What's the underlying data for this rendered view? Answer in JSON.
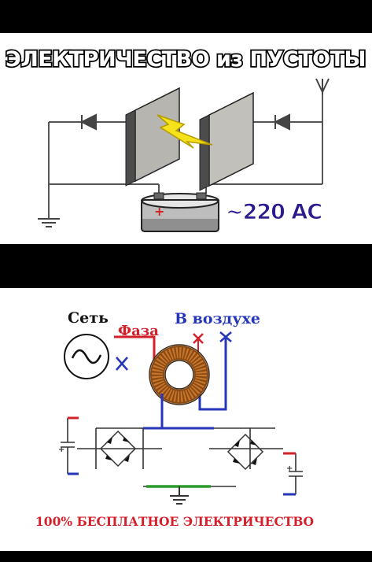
{
  "top": {
    "title": "ЭЛЕКТРИЧЕСТВО из ПУСТОТЫ",
    "battery_sign": "+",
    "voltage_label": "~220 AC",
    "colors": {
      "title_fill": "#ffffff",
      "title_stroke": "#000000",
      "voltage_fill": "#2b1d8f",
      "spark": "#f5e21a"
    },
    "icons": [
      "antenna-icon",
      "ground-icon",
      "diode-icon",
      "lightning-icon",
      "battery-icon"
    ]
  },
  "bottom": {
    "label_network": "Сеть",
    "label_phase": "Фаза",
    "label_air": "В воздухе",
    "footer": "100% БЕСПЛАТНОЕ ЭЛЕКТРИЧЕСТВО",
    "capacitor_sign": "+",
    "colors": {
      "phase": "#d4202a",
      "air": "#2536b8",
      "ground_wire": "#2a9a2a",
      "footer": "#d4202a"
    },
    "icons": [
      "ac-source-icon",
      "toroid-coil-icon",
      "bridge-rectifier-icon",
      "capacitor-icon",
      "ground-icon"
    ]
  }
}
